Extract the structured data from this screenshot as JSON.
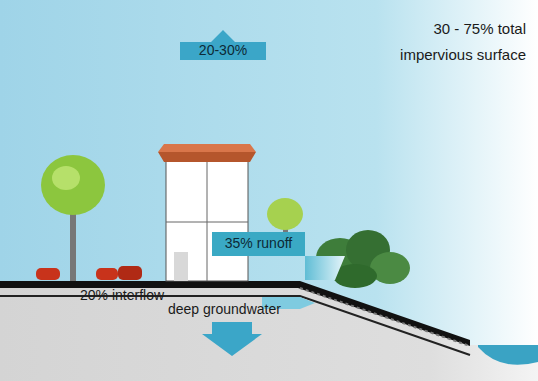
{
  "diagram": {
    "nodes": [
      {
        "text": [
          "20-30%"
        ]
      },
      {
        "text": [
          "35% runoff"
        ]
      }
    ],
    "labels": [
      "30 - 75% total impervious surface",
      "20% interflow",
      "deep groundwater"
    ]
  }
}
